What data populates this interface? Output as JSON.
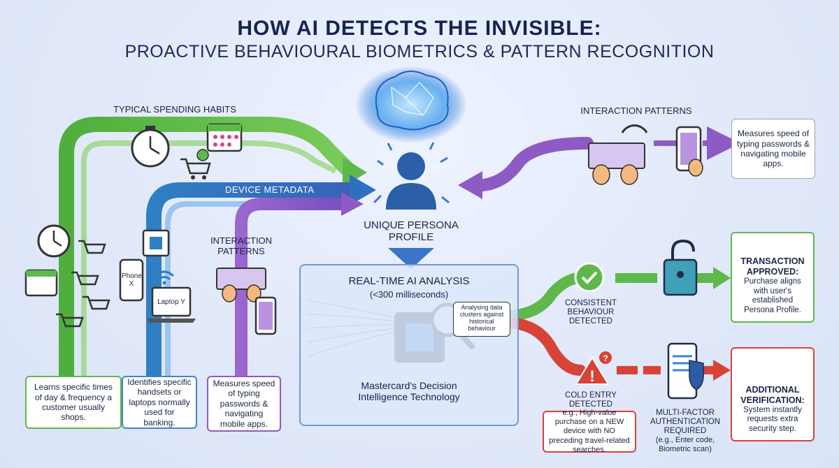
{
  "title": "HOW AI DETECTS THE INVISIBLE:",
  "subtitle": "PROACTIVE BEHAVIOURAL BIOMETRICS & PATTERN RECOGNITION",
  "inputs": {
    "spending_label": "TYPICAL SPENDING HABITS",
    "device_label": "DEVICE METADATA",
    "interaction_left_label": "INTERACTION\nPATTERNS",
    "interaction_right_label": "INTERACTION PATTERNS",
    "phone_name": "Phone X",
    "laptop_name": "Laptop Y"
  },
  "persona": {
    "label": "UNIQUE PERSONA\nPROFILE"
  },
  "boxes": {
    "spending_desc": "Learns specific times of day & frequency a customer usually shops.",
    "device_desc": "Identifies specific handsets or laptops normally used for banking.",
    "interaction_left_desc": "Measures speed of typing passwords & navigating mobile apps.",
    "interaction_right_desc": "Measures speed of typing passwords & navigating mobile apps."
  },
  "analysis": {
    "title": "REAL-TIME AI ANALYSIS",
    "latency": "(<300 milliseconds)",
    "bubble": "Analysing data clusters against historical behaviour",
    "engine": "Mastercard's Decision Intelligence Technology"
  },
  "outcomes": {
    "consistent": "CONSISTENT\nBEHAVIOUR\nDETECTED",
    "approved_title": "TRANSACTION APPROVED:",
    "approved_desc": "Purchase aligns with user's established Persona Profile.",
    "cold_entry": "COLD ENTRY\nDETECTED",
    "cold_example": "e.g., High-value purchase on a NEW device with NO preceding travel-related searches.",
    "mfa_title": "MULTI-FACTOR\nAUTHENTICATION\nREQUIRED",
    "mfa_example": "(e.g., Enter code,\nBiometric scan)",
    "verify_title": "ADDITIONAL VERIFICATION:",
    "verify_desc": "System instantly requests extra security step."
  },
  "colors": {
    "green": "#5fb84a",
    "blue": "#3a86c7",
    "purple": "#8e5ac3",
    "red": "#d74337",
    "navy": "#15244f"
  }
}
